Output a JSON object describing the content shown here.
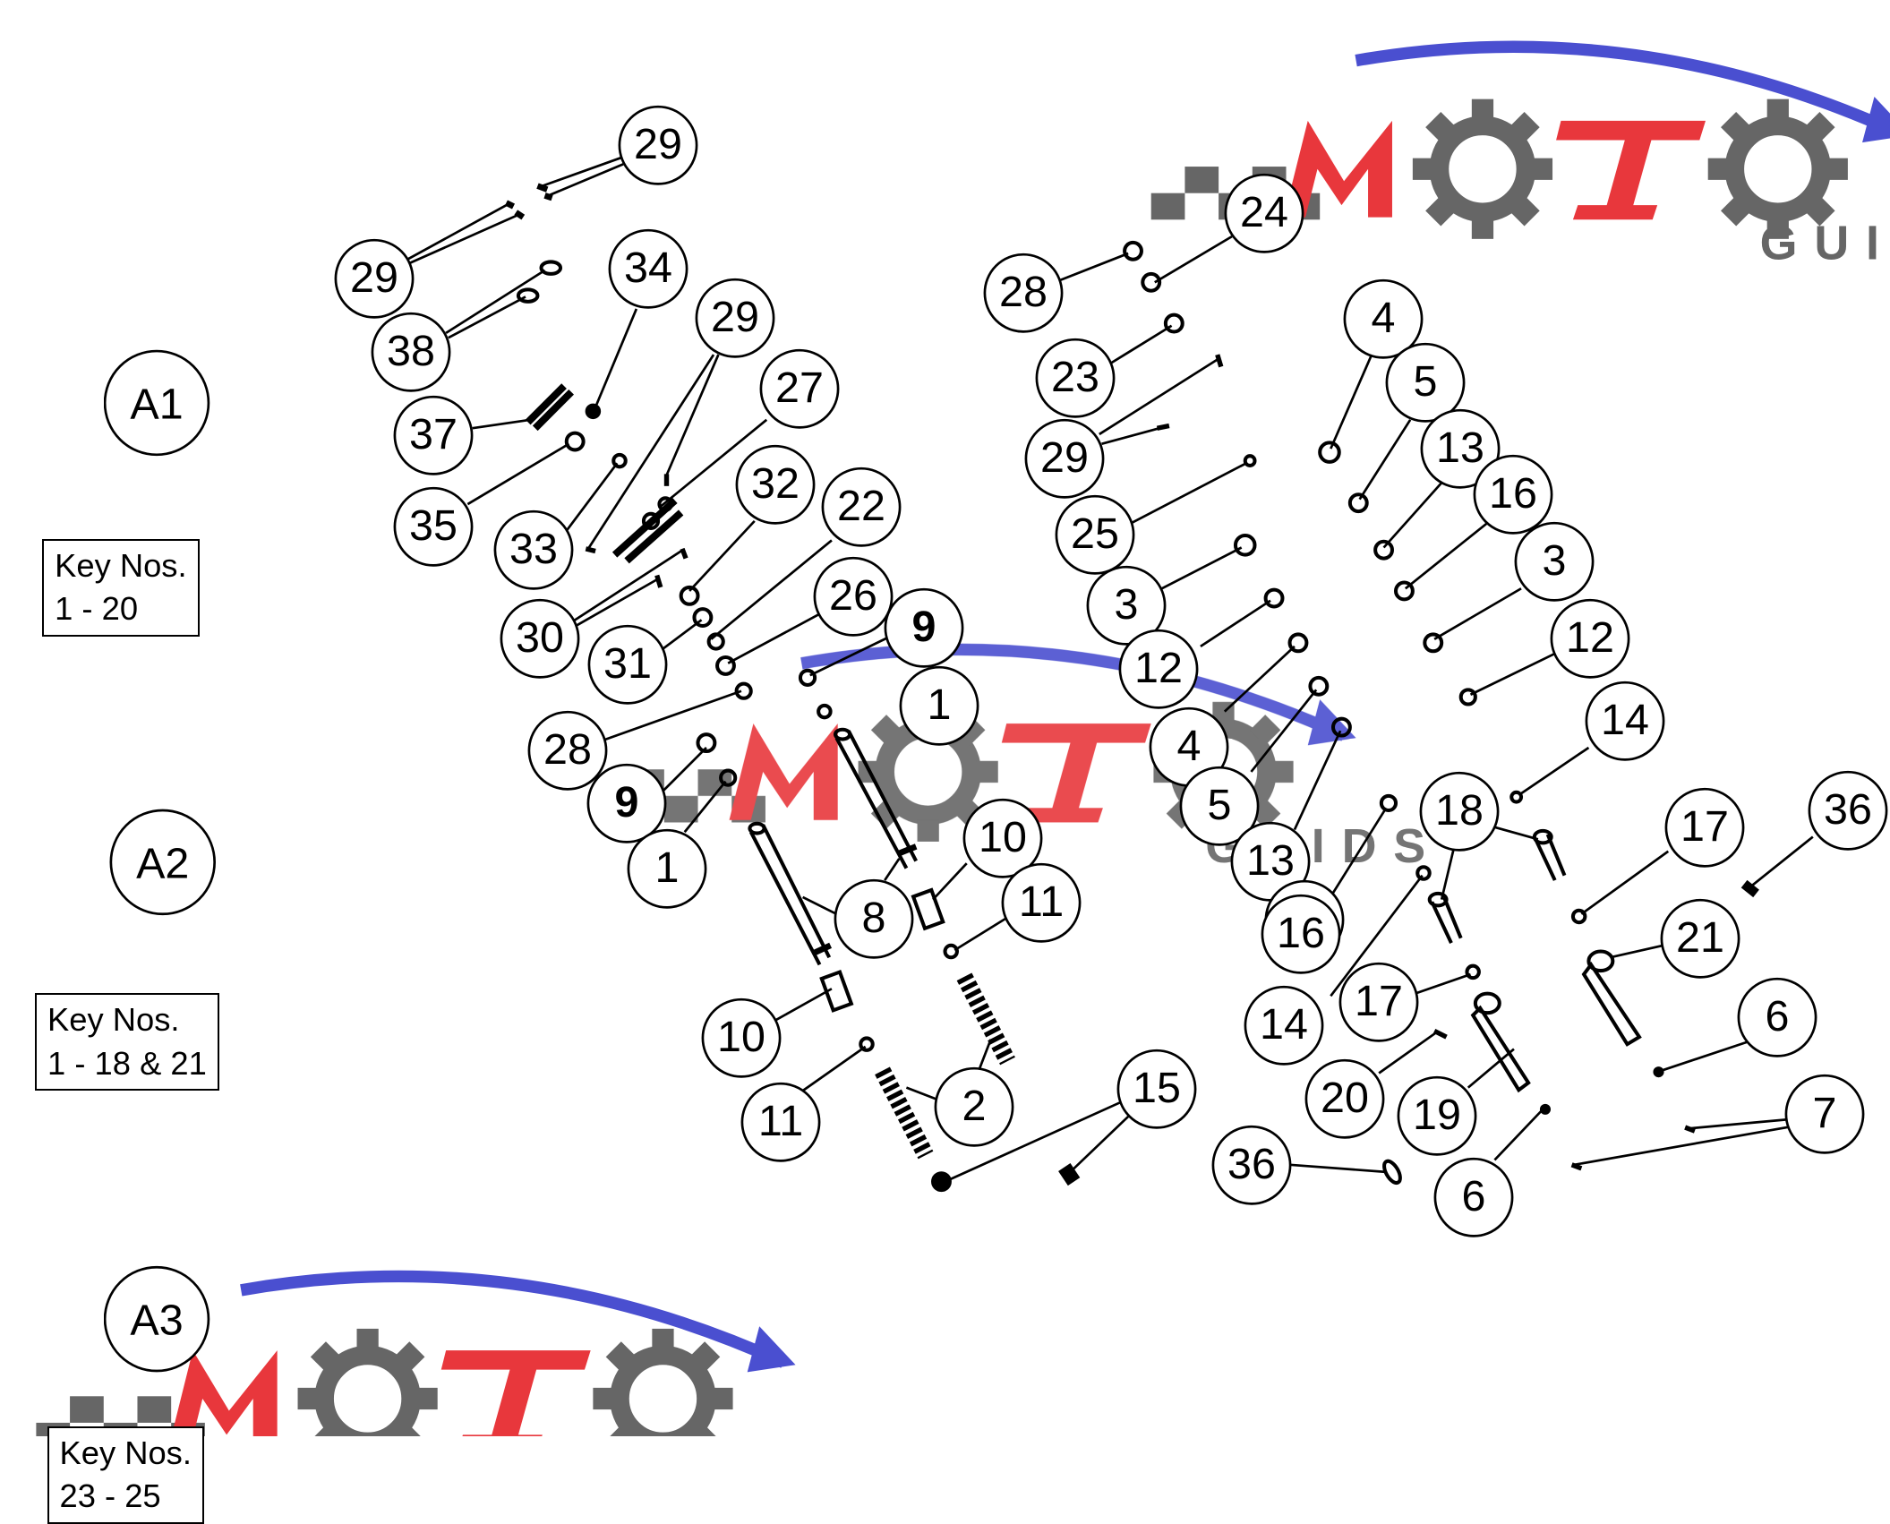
{
  "assemblies": [
    {
      "label": "A1",
      "key_title": "Key Nos.",
      "key_range": "1 - 20"
    },
    {
      "label": "A2",
      "key_title": "Key Nos.",
      "key_range": "1 - 18 & 21"
    },
    {
      "label": "A3",
      "key_title": "Key Nos.",
      "key_range": "23 - 25"
    }
  ],
  "callouts": [
    "29",
    "29",
    "34",
    "38",
    "37",
    "35",
    "33",
    "29",
    "27",
    "32",
    "22",
    "30",
    "31",
    "26",
    "9",
    "28",
    "9",
    "1",
    "1",
    "8",
    "10",
    "11",
    "10",
    "11",
    "2",
    "15",
    "28",
    "24",
    "23",
    "29",
    "25",
    "3",
    "12",
    "4",
    "5",
    "13",
    "16",
    "3",
    "12",
    "4",
    "5",
    "13",
    "16",
    "14",
    "18",
    "17",
    "36",
    "21",
    "16",
    "14",
    "17",
    "20",
    "19",
    "6",
    "7",
    "36",
    "6"
  ],
  "logo": {
    "text": "MOTO",
    "sub": "GUIDS",
    "colors": {
      "red": "#e8373c",
      "blue": "#4a4fd0",
      "gray": "#666666"
    }
  }
}
